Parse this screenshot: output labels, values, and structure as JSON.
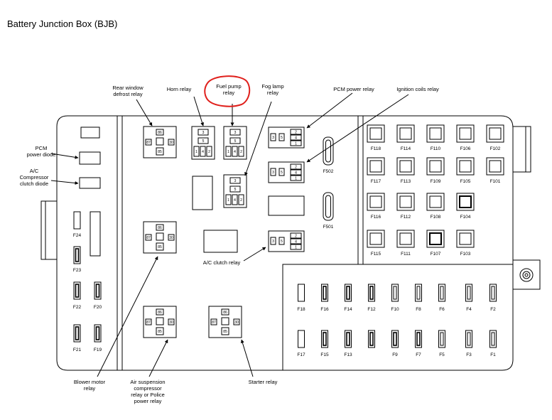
{
  "title": "Battery Junction Box (BJB)",
  "labels": {
    "pcm_power_diode": [
      "PCM",
      "power diode"
    ],
    "ac_compressor_clutch_diode": [
      "A/C",
      "Compressor",
      "clutch diode"
    ],
    "rear_window_defrost_relay": [
      "Rear window",
      "defrost relay"
    ],
    "horn_relay": [
      "Horn relay"
    ],
    "fuel_pump_relay": [
      "Fuel pump",
      "relay"
    ],
    "fog_lamp_relay": [
      "Fog lamp",
      "relay"
    ],
    "pcm_power_relay": [
      "PCM power relay"
    ],
    "ignition_coils_relay": [
      "Ignition coils relay"
    ],
    "ac_clutch_relay": [
      "A/C clutch relay"
    ],
    "blower_motor_relay": [
      "Blower motor",
      "relay"
    ],
    "air_suspension_relay": [
      "Air suspension",
      "compressor",
      "relay or Police",
      "power relay"
    ],
    "starter_relay": [
      "Starter relay"
    ]
  },
  "pins_large": [
    "86",
    "87",
    "30",
    "85"
  ],
  "pins_small": [
    "3",
    "5",
    "1",
    "4",
    "2"
  ],
  "pins_stack": [
    "2",
    "4",
    "1",
    "3",
    "5"
  ],
  "fuses_left": [
    "F24",
    "F23",
    "F22",
    "F20",
    "F21",
    "F19"
  ],
  "fuses_mid": [
    "F502",
    "F501"
  ],
  "fuses_right_grid": [
    [
      "F118",
      "F114",
      "F110",
      "F106",
      "F102"
    ],
    [
      "F117",
      "F113",
      "F109",
      "F105",
      "F101"
    ],
    [
      "F116",
      "F112",
      "F108",
      "F104"
    ],
    [
      "F115",
      "F111",
      "F107",
      "F103"
    ]
  ],
  "fuses_bottom_row1": [
    "F18",
    "F16",
    "F14",
    "F12",
    "F10",
    "F8",
    "F6",
    "F4",
    "F2"
  ],
  "fuses_bottom_row2": [
    "F17",
    "F15",
    "F13",
    "F9",
    "F7",
    "F5",
    "F3",
    "F1"
  ],
  "colors": {
    "highlight": "#e0201c",
    "line": "#000000"
  }
}
